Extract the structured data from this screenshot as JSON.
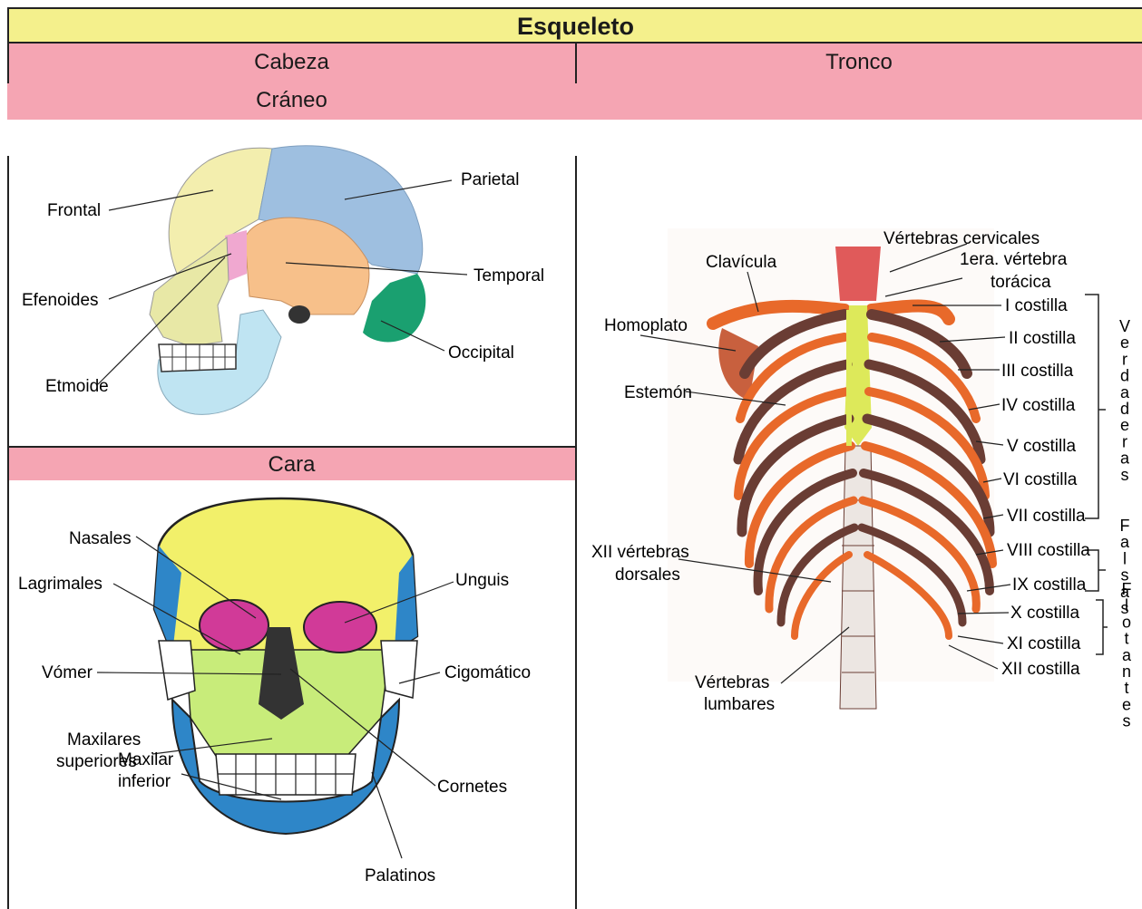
{
  "title": "Esqueleto",
  "headers": {
    "cabeza": "Cabeza",
    "tronco": "Tronco",
    "craneo": "Cráneo",
    "cara": "Cara"
  },
  "colors": {
    "title_band": "#f4f08c",
    "header_band": "#f5a5b3",
    "frontal": "#f3eeae",
    "parietal": "#9ebfe0",
    "temporal": "#f7c08a",
    "occipital": "#1aa070",
    "mandible": "#bfe4f2",
    "face_yellow": "#f2f06a",
    "face_green": "#c8ec7a",
    "face_blue": "#2e86c8",
    "rib_orange": "#e8692a",
    "rib_yellow": "#e8e05a",
    "bone_dark": "#6a3d34"
  },
  "craneo_labels": {
    "frontal": "Frontal",
    "parietal": "Parietal",
    "efenoides": "Efenoides",
    "temporal": "Temporal",
    "occipital": "Occipital",
    "etmoide": "Etmoide"
  },
  "cara_labels": {
    "nasales": "Nasales",
    "lagrimales": "Lagrimales",
    "unguis": "Unguis",
    "vomer": "Vómer",
    "cigomatico": "Cigomático",
    "maxilares_1": "Maxilares",
    "maxilares_2": "superiores",
    "cornetes": "Cornetes",
    "maxilar_inf_1": "Maxilar",
    "maxilar_inf_2": "inferior",
    "palatinos": "Palatinos"
  },
  "tronco_labels": {
    "vert_cervicales": "Vértebras cervicales",
    "primera_toracica_1": "1era. vértebra",
    "primera_toracica_2": "torácica",
    "clavicula": "Clavícula",
    "homoplato": "Homoplato",
    "estemon": "Estemón",
    "xii_dorsales_1": "XII vértebras",
    "xii_dorsales_2": "dorsales",
    "lumbares_1": "Vértebras",
    "lumbares_2": "lumbares",
    "costillas": [
      "I costilla",
      "II costilla",
      "III costilla",
      "IV costilla",
      "V costilla",
      "VI costilla",
      "VII costilla",
      "VIII costilla",
      "IX costilla",
      "X costilla",
      "XI costilla",
      "XII costilla"
    ],
    "verdaderas": "Verdaderas",
    "falsas": "Falsas",
    "flotantes": "Flotantes"
  }
}
